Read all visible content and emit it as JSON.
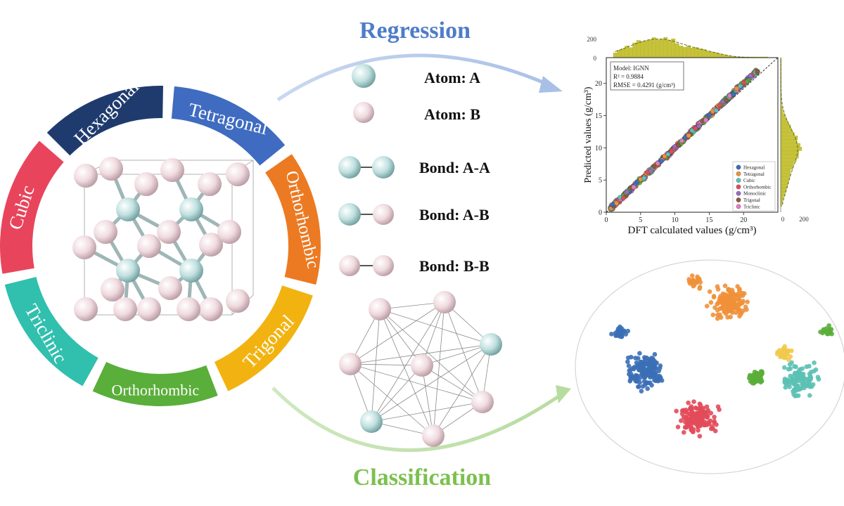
{
  "ring": {
    "segments": [
      {
        "label": "Hexagonal",
        "color": "#1f3b6e"
      },
      {
        "label": "Tetragonal",
        "color": "#3f6cc0"
      },
      {
        "label": "Orthorhombic",
        "color": "#ec7a23"
      },
      {
        "label": "Trigonal",
        "color": "#f2b311"
      },
      {
        "label": "Orthorhombic",
        "color": "#5aae3a"
      },
      {
        "label": "Triclinic",
        "color": "#31bfae"
      },
      {
        "label": "Cubic",
        "color": "#e8455c"
      }
    ]
  },
  "arrows": {
    "regression": {
      "label": "Regression",
      "color": "#4e7cc9"
    },
    "classification": {
      "label": "Classification",
      "color": "#7cc04f"
    }
  },
  "legend_atoms": {
    "atom_a": "Atom: A",
    "atom_b": "Atom: B",
    "bond_aa": "Bond: A-A",
    "bond_ab": "Bond: A-B",
    "bond_bb": "Bond: B-B",
    "color_a": "#b7dcdc",
    "color_b": "#ecd3d8"
  },
  "chart_data": [
    {
      "type": "scatter",
      "annotation_model": "Model: IGNN",
      "annotation_r2": "R² = 0.9884",
      "annotation_rmse": "RMSE = 0.4291 (g/cm³)",
      "xlabel": "DFT calculated values (g/cm³)",
      "ylabel": "Predicted values (g/cm³)",
      "xlim": [
        0,
        25
      ],
      "ylim": [
        0,
        24
      ],
      "xticks": [
        "0",
        "5",
        "10",
        "15",
        "20"
      ],
      "yticks": [
        "0",
        "5",
        "10",
        "15",
        "20"
      ],
      "top_hist_ticks": [
        "200",
        "0"
      ],
      "right_hist_ticks": [
        "0",
        "200"
      ],
      "series": [
        {
          "name": "Hexagonal",
          "color": "#3b6fb6"
        },
        {
          "name": "Tetragonal",
          "color": "#f0913a"
        },
        {
          "name": "Cubic",
          "color": "#5cc1b5"
        },
        {
          "name": "Orthorhombic",
          "color": "#e24b5a"
        },
        {
          "name": "Monoclinic",
          "color": "#9a6bc4"
        },
        {
          "name": "Trigonal",
          "color": "#8b5a3c"
        },
        {
          "name": "Triclinic",
          "color": "#e57ac3"
        }
      ],
      "x": [
        1,
        1.5,
        2,
        2.5,
        3,
        3.5,
        4,
        4.5,
        5,
        5.5,
        6,
        6.5,
        7,
        7.5,
        8,
        8.5,
        9,
        9.5,
        10,
        10.5,
        11,
        11.5,
        12,
        12.5,
        13,
        13.5,
        14,
        14.5,
        15,
        15.5,
        16,
        16.5,
        17,
        17.5,
        18,
        18.5,
        19,
        19.5,
        20,
        21,
        22
      ],
      "y": [
        1.2,
        1.4,
        2.3,
        2.2,
        3.1,
        3.8,
        3.9,
        4.7,
        5.1,
        5.3,
        6.2,
        6.4,
        7.1,
        7.6,
        7.9,
        8.7,
        9.0,
        9.4,
        10.2,
        10.4,
        11.1,
        11.6,
        11.9,
        12.7,
        13.0,
        13.4,
        14.2,
        14.3,
        15.1,
        15.7,
        15.8,
        16.6,
        17.2,
        17.4,
        18.1,
        18.3,
        19.2,
        19.6,
        20.1,
        21.2,
        21.8
      ]
    },
    {
      "type": "scatter",
      "clusters": [
        {
          "series": "Hexagonal",
          "color": "#3b6fb6",
          "cx": 0.24,
          "cy": 0.52,
          "count": 160
        },
        {
          "series": "Hexagonal",
          "color": "#3b6fb6",
          "cx": 0.14,
          "cy": 0.33,
          "count": 30
        },
        {
          "series": "Tetragonal",
          "color": "#f0913a",
          "cx": 0.58,
          "cy": 0.18,
          "count": 150
        },
        {
          "series": "Tetragonal",
          "color": "#f0913a",
          "cx": 0.44,
          "cy": 0.08,
          "count": 30
        },
        {
          "series": "Cubic",
          "color": "#5cc1b5",
          "cx": 0.85,
          "cy": 0.56,
          "count": 110
        },
        {
          "series": "Orthorhombic",
          "color": "#e24b5a",
          "cx": 0.45,
          "cy": 0.75,
          "count": 150
        },
        {
          "series": "Monoclinic",
          "color": "#5aae3a",
          "cx": 0.68,
          "cy": 0.55,
          "count": 70
        },
        {
          "series": "Monoclinic",
          "color": "#5aae3a",
          "cx": 0.97,
          "cy": 0.31,
          "count": 18
        },
        {
          "series": "Trigonal",
          "color": "#f2c94c",
          "cx": 0.79,
          "cy": 0.43,
          "count": 40
        }
      ]
    }
  ]
}
